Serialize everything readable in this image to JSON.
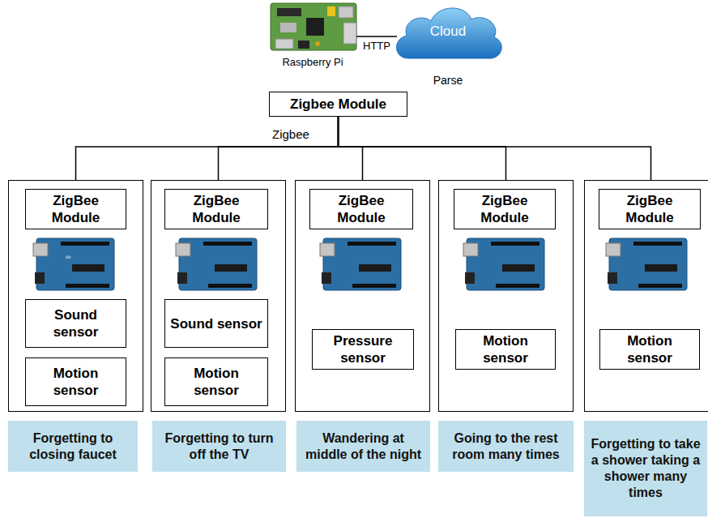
{
  "diagram": {
    "nodes": [
      {
        "text": [
          "Raspberry Pi"
        ]
      },
      {
        "text": [
          "Cloud",
          "Parse"
        ]
      },
      {
        "text": [
          "Zigbee Module"
        ]
      },
      {
        "text": []
      },
      {
        "text": [
          "ZigBee Module"
        ],
        "in": 3
      },
      {
        "text": [
          "Sound sensor"
        ],
        "in": 3
      },
      {
        "text": [
          "Motion sensor"
        ],
        "in": 3
      },
      {
        "text": []
      },
      {
        "text": [
          "ZigBee Module"
        ],
        "in": 7
      },
      {
        "text": [
          "Sound sensor"
        ],
        "in": 7
      },
      {
        "text": [
          "Motion sensor"
        ],
        "in": 7
      },
      {
        "text": []
      },
      {
        "text": [
          "ZigBee Module"
        ],
        "in": 11
      },
      {
        "text": [
          "Pressure sensor"
        ],
        "in": 11
      },
      {
        "text": []
      },
      {
        "text": [
          "ZigBee Module"
        ],
        "in": 14
      },
      {
        "text": [
          "Motion sensor"
        ],
        "in": 14
      },
      {
        "text": []
      },
      {
        "text": [
          "ZigBee Module"
        ],
        "in": 17
      },
      {
        "text": [
          "Motion sensor"
        ],
        "in": 17
      },
      {
        "text": [
          "Forgetting to closing faucet"
        ]
      },
      {
        "text": [
          "Forgetting to turn off the TV"
        ]
      },
      {
        "text": [
          "Wandering at middle of the night"
        ]
      },
      {
        "text": [
          "Going to the rest room many times"
        ]
      },
      {
        "text": [
          "Forgetting to take a shower taking a shower many times"
        ]
      }
    ],
    "edges": [
      {
        "from": 0,
        "to": 1,
        "label": "HTTP",
        "arrow": "none"
      },
      {
        "from": 2,
        "to": 3,
        "arrow": "none"
      },
      {
        "from": 2,
        "to": 7,
        "arrow": "none"
      },
      {
        "from": 2,
        "to": 11,
        "arrow": "none"
      },
      {
        "from": 2,
        "to": 14,
        "arrow": "none"
      },
      {
        "from": 2,
        "to": 17,
        "arrow": "none"
      }
    ],
    "labels": [
      "Zigbee"
    ]
  }
}
